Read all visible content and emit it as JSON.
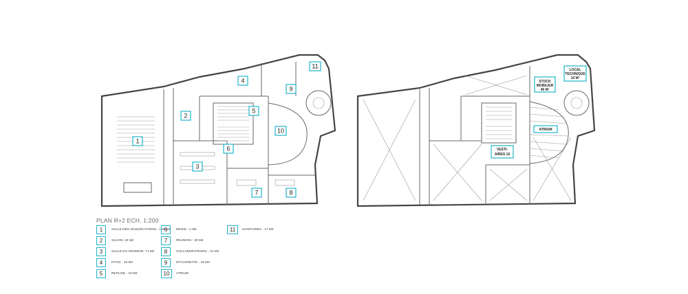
{
  "plan_title": "PLAN R+2 ECH. 1:200",
  "rooms": [
    {
      "num": "1",
      "label": "SALLE DES ADJUDICATIONS - 108 M2"
    },
    {
      "num": "2",
      "label": "SALON- 40 M2"
    },
    {
      "num": "3",
      "label": "SALLE DU GNOMON- 71 M2"
    },
    {
      "num": "4",
      "label": "PATIO - 18 M2"
    },
    {
      "num": "5",
      "label": "REPLISE - 10 M2"
    },
    {
      "num": "6",
      "label": "REGIE - 4 M2"
    },
    {
      "num": "7",
      "label": "REUNION - 29 M2"
    },
    {
      "num": "8",
      "label": "COLLABORATEURS - 21 M2"
    },
    {
      "num": "9",
      "label": "KITCHINETTE - 16 M2"
    },
    {
      "num": "10",
      "label": "ATRIUM"
    },
    {
      "num": "11",
      "label": "SANITAIRES - 17 M2"
    }
  ],
  "right_plan_labels": {
    "stock": "STOCK",
    "stock_sub": "MOBILIER",
    "stock_area": "46 M²",
    "local": "LOCAL",
    "local_sub": "TECHNIQUE",
    "local_area": "10 M²",
    "atrium": "ATRIUM",
    "vesti": "VESTI-",
    "vesti_sub": "AIRES 16"
  },
  "colors": {
    "accent": "#1fb3c8",
    "wall": "#444444",
    "text": "#333333"
  }
}
